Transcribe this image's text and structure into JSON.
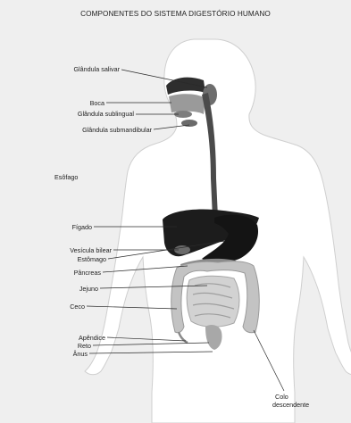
{
  "title": "COMPONENTES DO SISTEMA DIGESTÓRIO HUMANO",
  "labels": {
    "glandula_salivar": "Glândula salivar",
    "boca": "Boca",
    "glandula_sublingual": "Glândula sublingual",
    "glandula_submandibular": "Glândula submandibular",
    "esofago": "Esôfago",
    "figado": "Fígado",
    "vesicula_biliar": "Vesícula bilear",
    "estomago": "Estômago",
    "pancreas": "Pâncreas",
    "jejuno": "Jejuno",
    "ceco": "Ceco",
    "apendice": "Apêndice",
    "reto": "Reto",
    "anus": "Ânus",
    "colo_descendente_1": "Colo",
    "colo_descendente_2": "descendente"
  },
  "colors": {
    "background": "#efefef",
    "body_outline": "#ffffff",
    "organ_dark": "#1c1c1c",
    "intestine": "#b9b9b9",
    "leader_line": "#2a2a2a"
  }
}
